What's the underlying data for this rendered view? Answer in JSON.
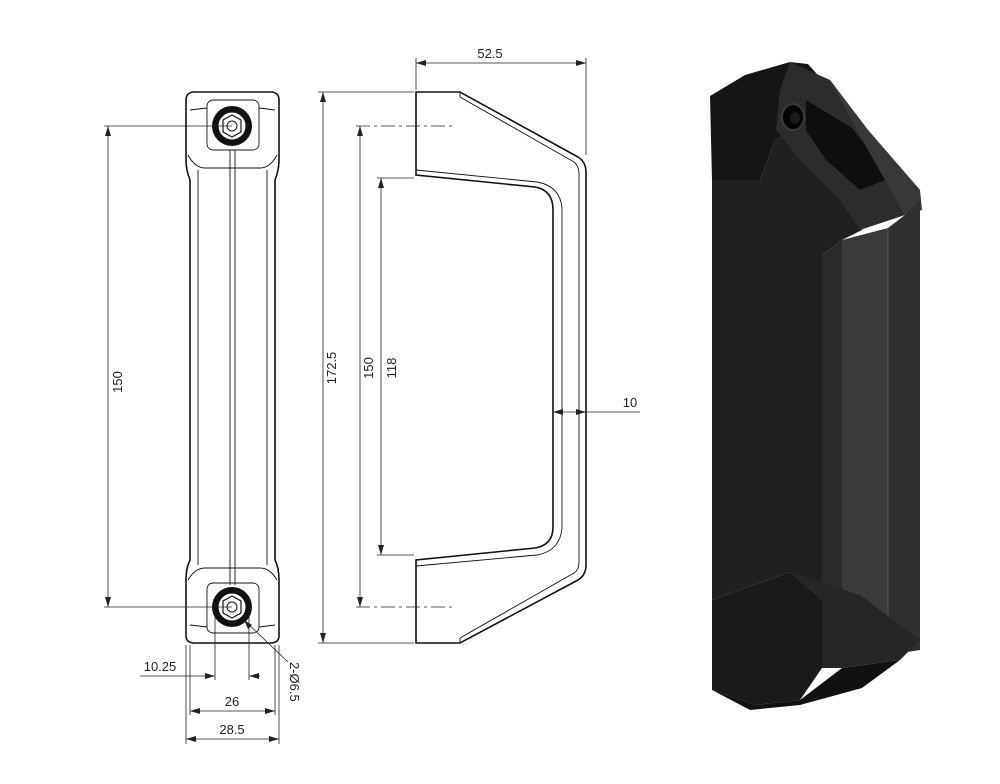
{
  "drawing": {
    "dimensions": {
      "overall_depth": "52.5",
      "hole_spacing_front": "150",
      "overall_length": "172.5",
      "hole_spacing_side": "150",
      "grip_length": "118",
      "grip_thickness": "10",
      "hole_offset": "10.25",
      "base_width_inner": "26",
      "base_width_outer": "28.5",
      "hole_callout": "2-Ø6.5"
    },
    "colors": {
      "line": "#111111",
      "render_dark": "#1c1c1c",
      "render_mid": "#2e2e2e",
      "render_light": "#4a4a4a"
    }
  }
}
